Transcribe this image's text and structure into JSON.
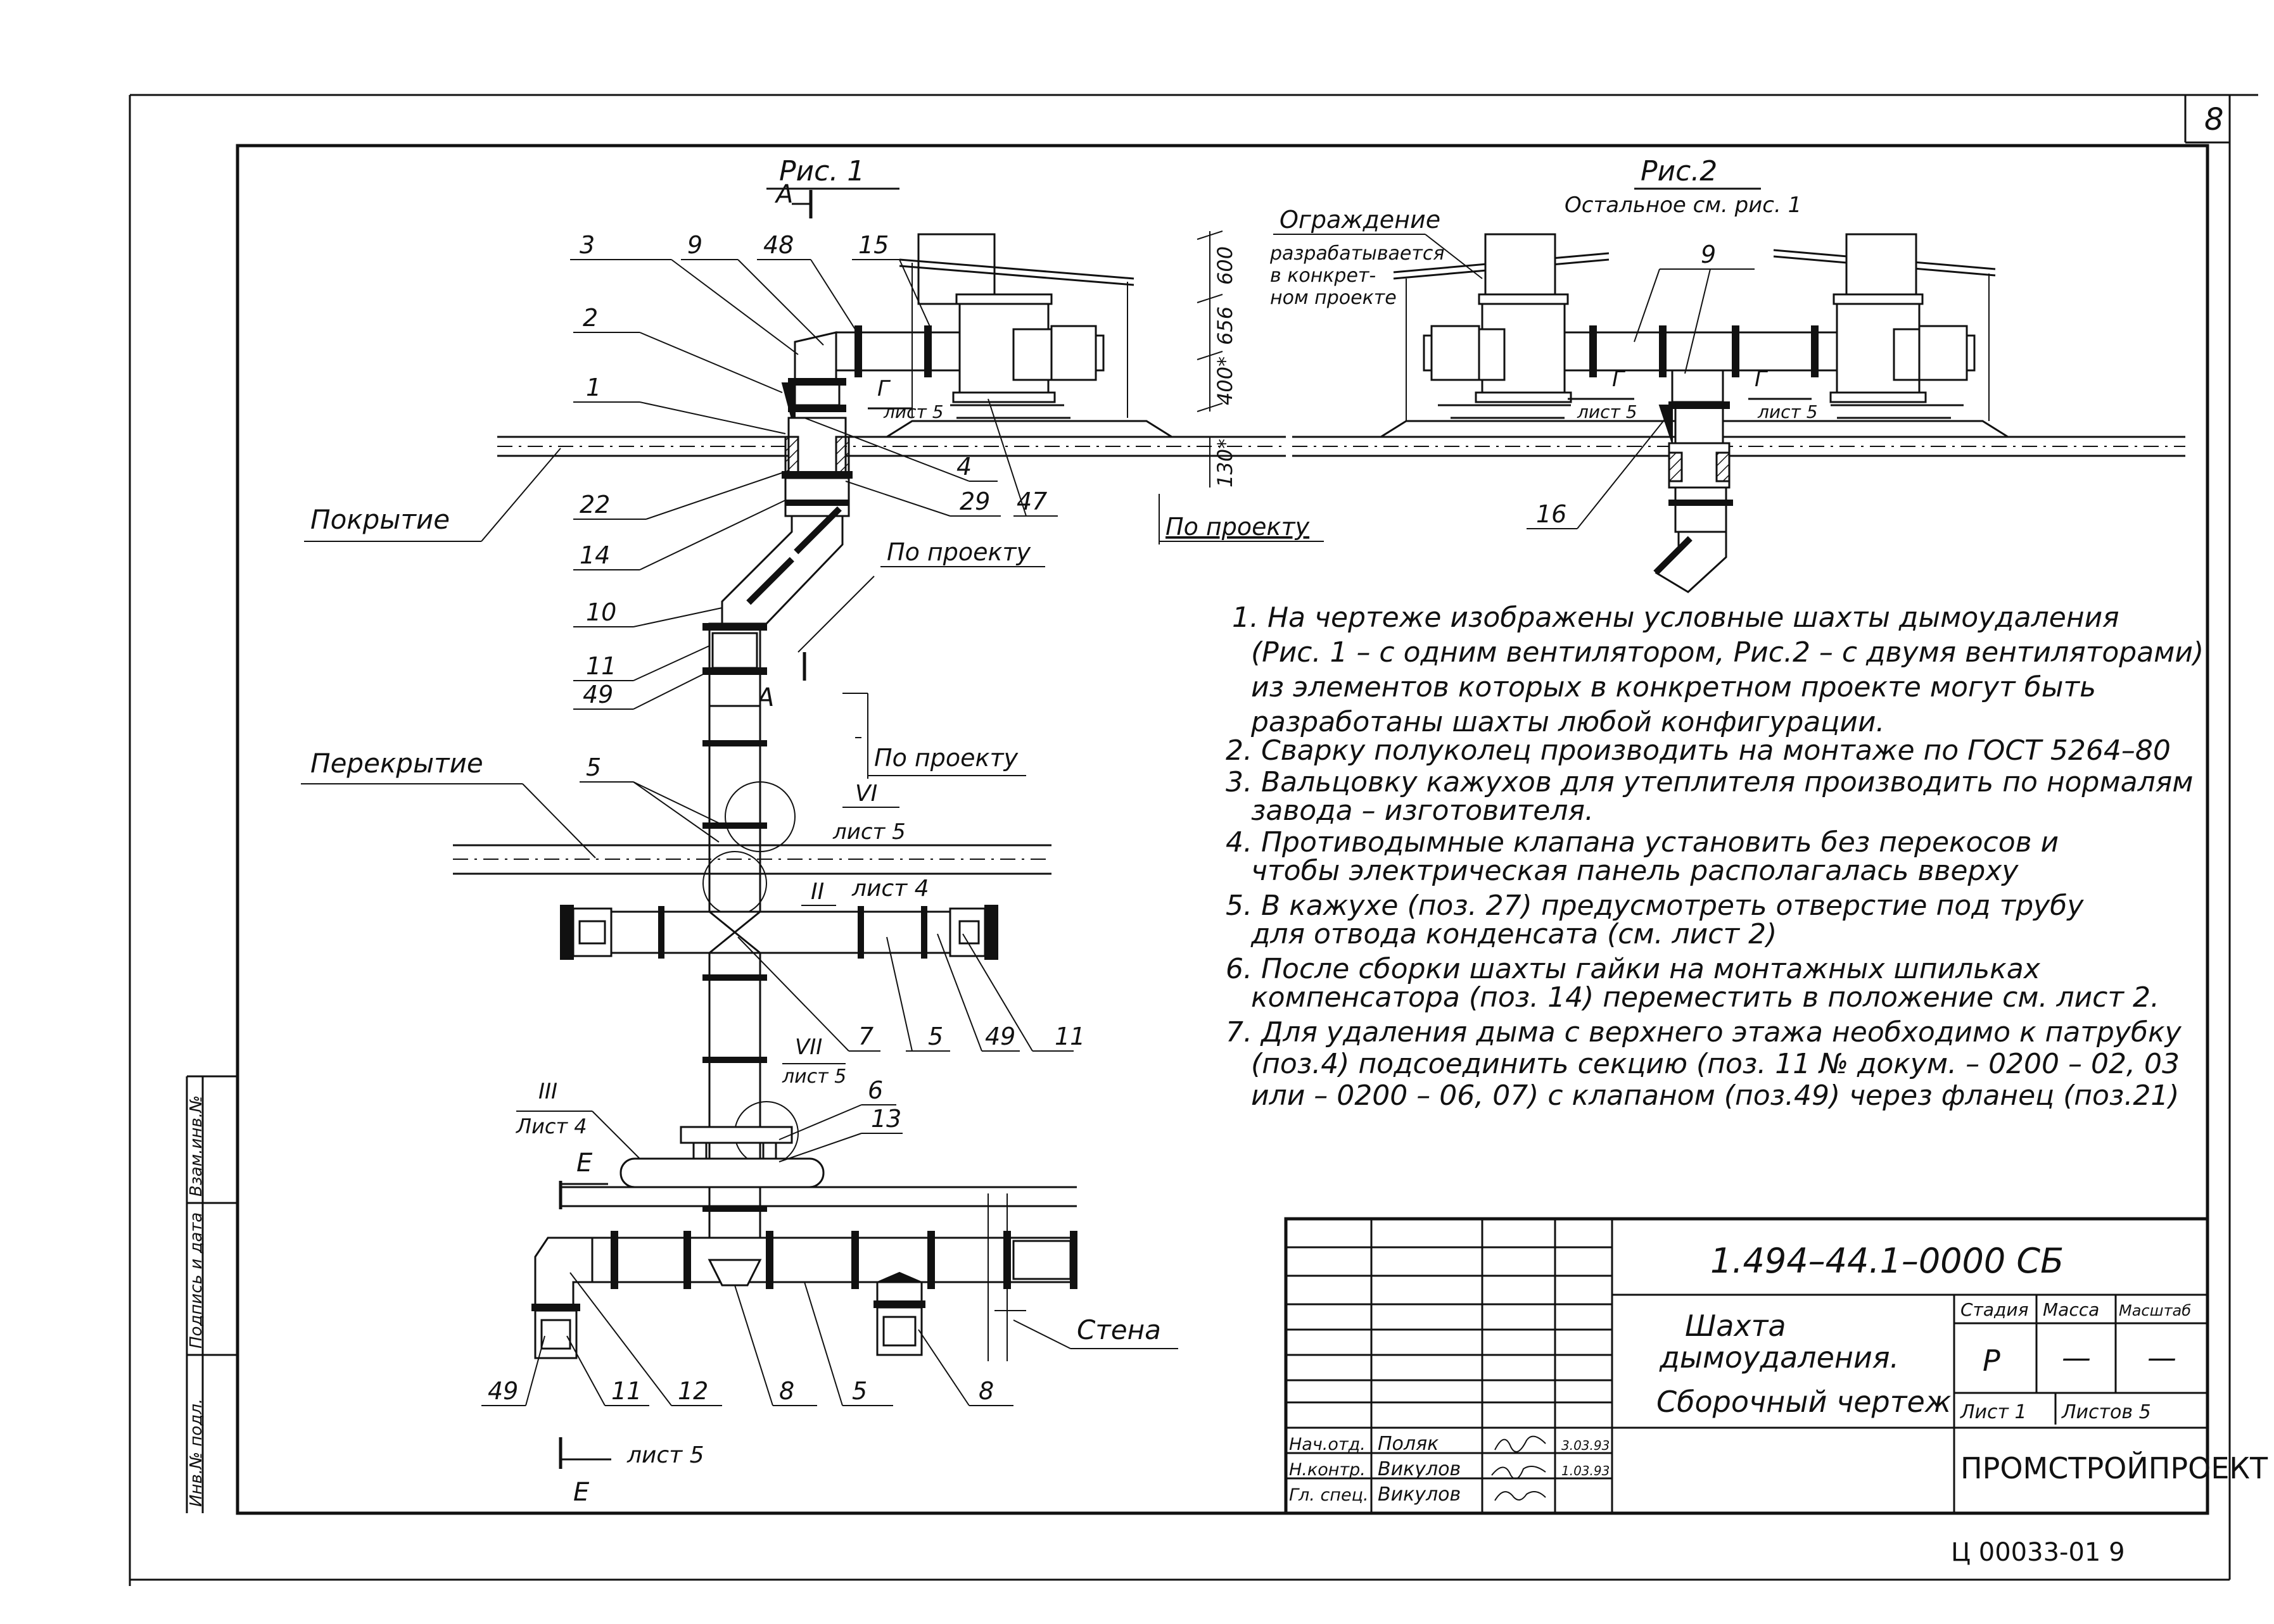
{
  "sheet_number": "8",
  "fig1": {
    "title": "Рис. 1",
    "section": "А",
    "view": "Г",
    "view_ref": "лист 5"
  },
  "fig2": {
    "title": "Рис.2",
    "subtitle": "Остальное см. рис. 1",
    "view": "Г",
    "view_ref": "лист 5",
    "callouts": [
      "9",
      "16"
    ]
  },
  "guard": {
    "label": "Ограждение",
    "note": [
      "разрабатывается",
      "в конкрет-",
      "ном проекте"
    ]
  },
  "dims": [
    "600",
    "656",
    "400*",
    "130*"
  ],
  "labels": {
    "roof": "Покрытие",
    "floor": "Перекрытие",
    "wall": "Стена",
    "per_project": "По проекту",
    "per_project_2": "По проекту",
    "per_project_3": "По проекту",
    "section_e": "Е",
    "sheet5": "лист 5"
  },
  "detail_refs": [
    {
      "roman": "VI",
      "sheet": "лист 5"
    },
    {
      "roman": "II",
      "sheet": "лист 4"
    },
    {
      "roman": "VII",
      "sheet": "лист 5"
    },
    {
      "roman": "III",
      "sheet": "Лист 4"
    }
  ],
  "callouts": [
    "3",
    "9",
    "48",
    "15",
    "2",
    "1",
    "4",
    "29",
    "47",
    "22",
    "14",
    "10",
    "11",
    "49",
    "5",
    "7",
    "5",
    "49",
    "11",
    "6",
    "13",
    "49",
    "11",
    "12",
    "8",
    "5",
    "8"
  ],
  "notes": [
    "1. На чертеже изображены условные шахты дымоудаления",
    "(Рис. 1 – с одним вентилятором, Рис.2 – с двумя вентиляторами)",
    "из элементов  которых в конкретном проекте могут быть",
    "разработаны шахты любой конфигурации.",
    "2. Сварку полуколец производить на монтаже по ГОСТ 5264–80",
    "3. Вальцовку кажухов для утеплителя производить по нормалям",
    "завода – изготовителя.",
    "4. Противодымные клапана установить без перекосов и",
    "чтобы электрическая панель располагалась вверху",
    "5. В кажухе (поз. 27) предусмотреть отверстие под трубу",
    "для отвода конденсата (см. лист 2)",
    "6. После сборки шахты гайки на монтажных шпильках",
    "компенсатора (поз. 14) переместить в положение см. лист 2.",
    "7. Для удаления дыма с верхнего этажа необходимо к патрубку",
    "(поз.4) подсоединить секцию (поз. 11 № докум. – 0200 – 02, 03",
    "или – 0200 – 06, 07) с клапаном (поз.49) через фланец (поз.21)"
  ],
  "title_block": {
    "doc_code": "1.494–44.1–0000 СБ",
    "title_lines": [
      "Шахта",
      "дымоудаления.",
      "Сборочный чертеж"
    ],
    "stage_label": "Стадия",
    "mass_label": "Масса",
    "scale_label": "Масштаб",
    "stage": "Р",
    "mass": "—",
    "scale": "—",
    "sheet": "Лист 1",
    "sheets": "Листов 5",
    "org": "ПРОМСТРОЙПРОЕКТ",
    "signatures": [
      {
        "role": "Нач.отд.",
        "name": "Поляк",
        "date": "3.03.93"
      },
      {
        "role": "Н.контр.",
        "name": "Викулов",
        "date": "1.03.93"
      },
      {
        "role": "Гл. спец.",
        "name": "Викулов",
        "date": ""
      }
    ]
  },
  "side_stamp": [
    "Инв.№ подл.",
    "Подпись и дата",
    "Взам.инв.№"
  ],
  "bottom_code": "Ц 00033-01  9"
}
